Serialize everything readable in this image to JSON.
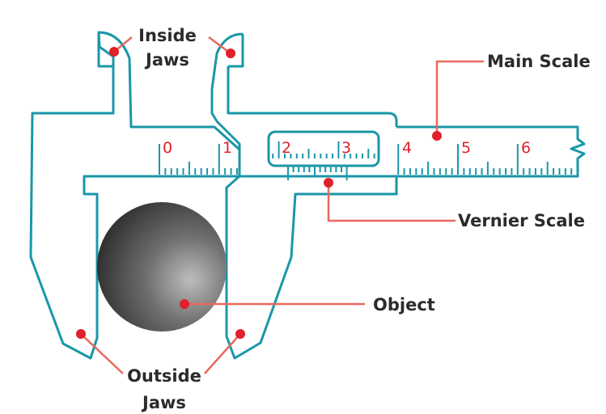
{
  "labels": {
    "inside_jaws_1": "Inside",
    "inside_jaws_2": "Jaws",
    "main_scale": "Main Scale",
    "vernier_scale": "Vernier Scale",
    "object": "Object",
    "outside_jaws_1": "Outside",
    "outside_jaws_2": "Jaws"
  },
  "main_scale_numbers": [
    "0",
    "1",
    "2",
    "3",
    "4",
    "5",
    "6"
  ],
  "colors": {
    "outline": "#1a97a8",
    "numbers": "#e0202a",
    "leader": "#e8685e",
    "dot": "#e0202a",
    "label": "#2b2b2b"
  }
}
